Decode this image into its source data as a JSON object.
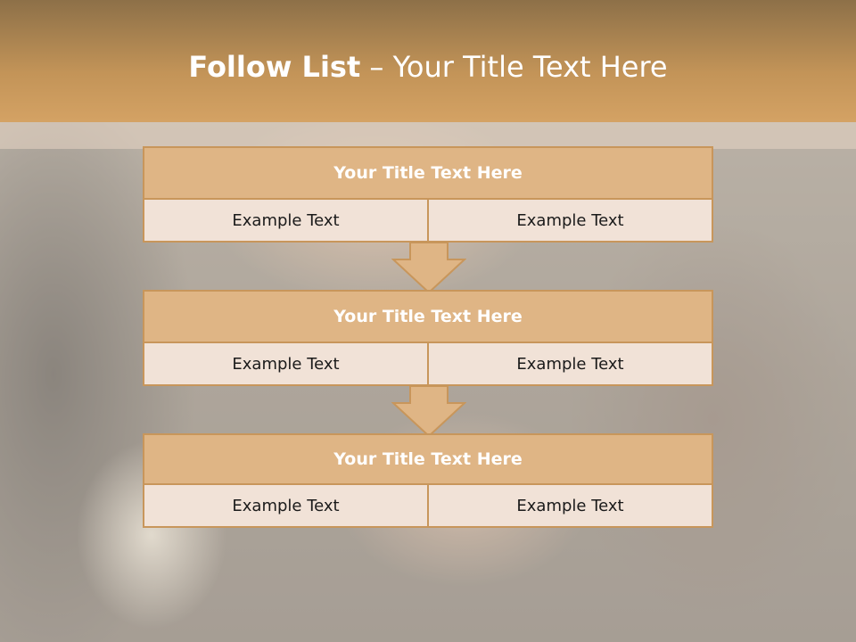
{
  "slide": {
    "title_bold": "Follow List",
    "title_rest": " – Your Title Text Here"
  },
  "steps": [
    {
      "title": "Your Title Text Here",
      "left": "Example Text",
      "right": "Example Text"
    },
    {
      "title": "Your Title Text Here",
      "left": "Example Text",
      "right": "Example Text"
    },
    {
      "title": "Your Title Text Here",
      "left": "Example Text",
      "right": "Example Text"
    }
  ],
  "colors": {
    "accent": "#c8965b",
    "header_fill": "#dfb585",
    "cell_fill": "#f1e2d7"
  }
}
